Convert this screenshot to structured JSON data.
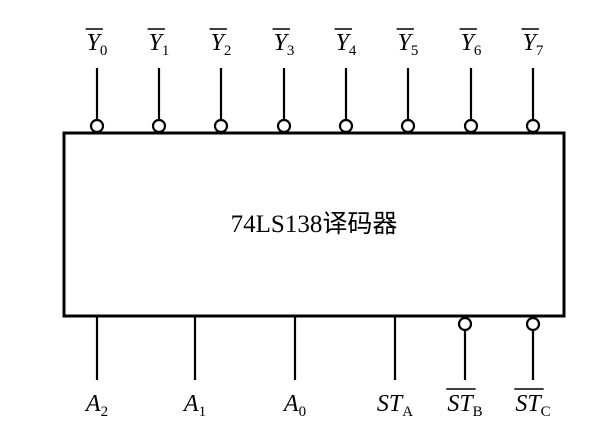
{
  "chip": {
    "label": "74LS138译码器"
  },
  "outputs": [
    {
      "main": "Y",
      "sub": "0",
      "active_low": true
    },
    {
      "main": "Y",
      "sub": "1",
      "active_low": true
    },
    {
      "main": "Y",
      "sub": "2",
      "active_low": true
    },
    {
      "main": "Y",
      "sub": "3",
      "active_low": true
    },
    {
      "main": "Y",
      "sub": "4",
      "active_low": true
    },
    {
      "main": "Y",
      "sub": "5",
      "active_low": true
    },
    {
      "main": "Y",
      "sub": "6",
      "active_low": true
    },
    {
      "main": "Y",
      "sub": "7",
      "active_low": true
    }
  ],
  "inputs": [
    {
      "main": "A",
      "sub": "2",
      "active_low": false
    },
    {
      "main": "A",
      "sub": "1",
      "active_low": false
    },
    {
      "main": "A",
      "sub": "0",
      "active_low": false
    },
    {
      "main": "ST",
      "sub": "A",
      "active_low": false
    },
    {
      "main": "ST",
      "sub": "B",
      "active_low": true
    },
    {
      "main": "ST",
      "sub": "C",
      "active_low": true
    }
  ]
}
